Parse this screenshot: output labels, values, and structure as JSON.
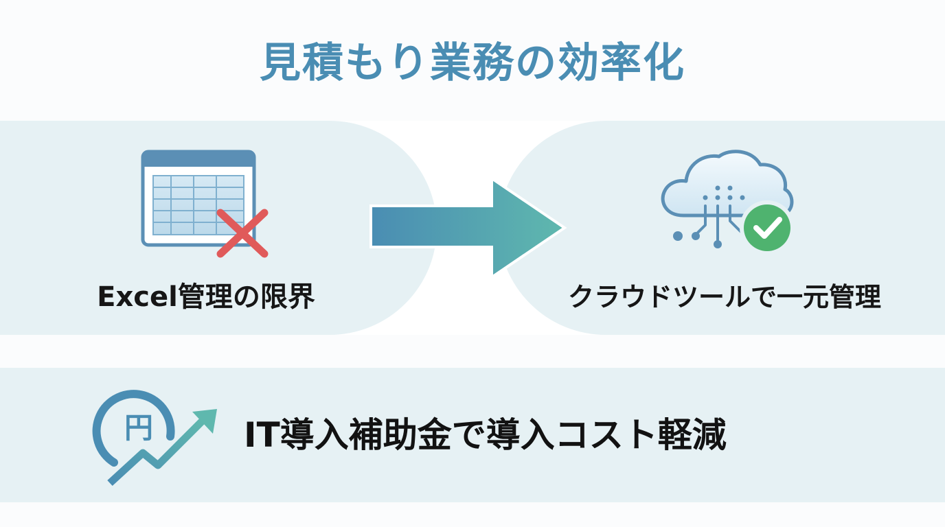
{
  "title": "見積もり業務の効率化",
  "left_panel": {
    "label": "Excel管理の限界",
    "icon": "spreadsheet-x-icon"
  },
  "right_panel": {
    "label": "クラウドツールで一元管理",
    "icon": "cloud-check-icon"
  },
  "arrow": {
    "icon": "right-arrow-icon"
  },
  "bottom": {
    "label": "IT導入補助金で導入コスト軽減",
    "icon": "yen-growth-icon",
    "icon_text": "円"
  },
  "colors": {
    "title": "#4a8db3",
    "panel_bg": "#e6f1f4",
    "accent_blue": "#4a8db3",
    "accent_teal": "#5fb3ad",
    "error_red": "#e05a5a",
    "success_green": "#4fb36f"
  }
}
